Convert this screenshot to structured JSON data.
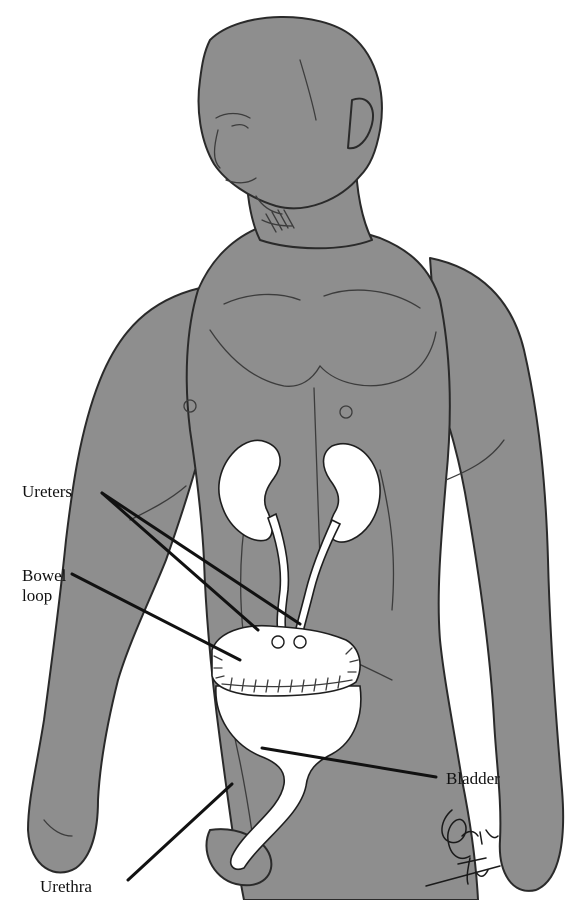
{
  "labels": {
    "ureters": "Ureters",
    "bowel_line1": "Bowel",
    "bowel_line2": "loop",
    "bladder": "Bladder",
    "urethra": "Urethra"
  },
  "colors": {
    "skin": "#8e8e8e",
    "organs": "#ffffff",
    "outline": "#2a2a2a"
  },
  "signature": "artist signature"
}
